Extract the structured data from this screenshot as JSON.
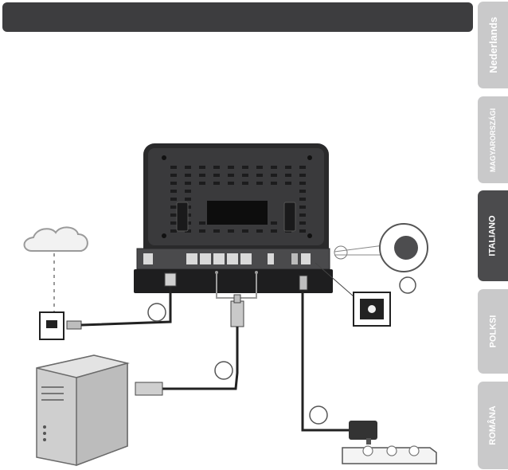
{
  "languages": {
    "items": [
      {
        "label": "Nederlands",
        "active": false
      },
      {
        "label": "MAGYARORSZÁGI",
        "active": false
      },
      {
        "label": "ITALIANO",
        "active": true
      },
      {
        "label": "POLKSI",
        "active": false
      },
      {
        "label": "ROMÂNA",
        "active": false
      }
    ]
  },
  "colors": {
    "header_bar": "#3d3d3f",
    "tab_inactive": "#c9c9ca",
    "tab_active": "#4b4b4d"
  }
}
